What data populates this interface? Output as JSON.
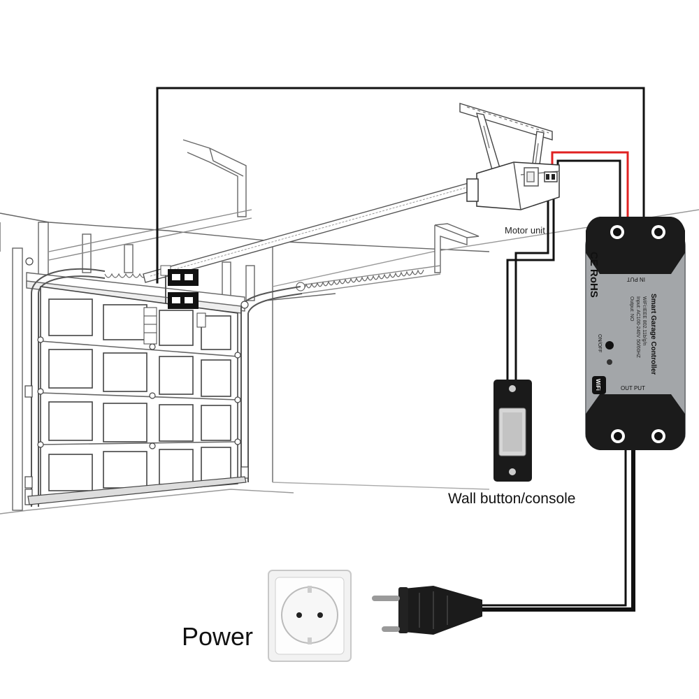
{
  "labels": {
    "motor_unit": "Motor unit",
    "wall_button": "Wall button/console",
    "power": "Power"
  },
  "controller": {
    "brand_mark": "CE RoHS",
    "title": "Smart Garage Controller",
    "spec_lines": [
      "WiFi:IEEE 802.11b/g/n",
      "Input: AC100-240V 50/60HZ",
      "Output: NO"
    ],
    "input_label": "IN PUT",
    "output_label": "OUT PUT",
    "switch_label": "ON/OFF",
    "wifi_badge": "WiFi"
  },
  "colors": {
    "wire_black": "#111111",
    "wire_red": "#e02020",
    "controller_body": "#9ea1a4",
    "controller_cap": "#1b1b1b",
    "line_art": "#555555"
  }
}
